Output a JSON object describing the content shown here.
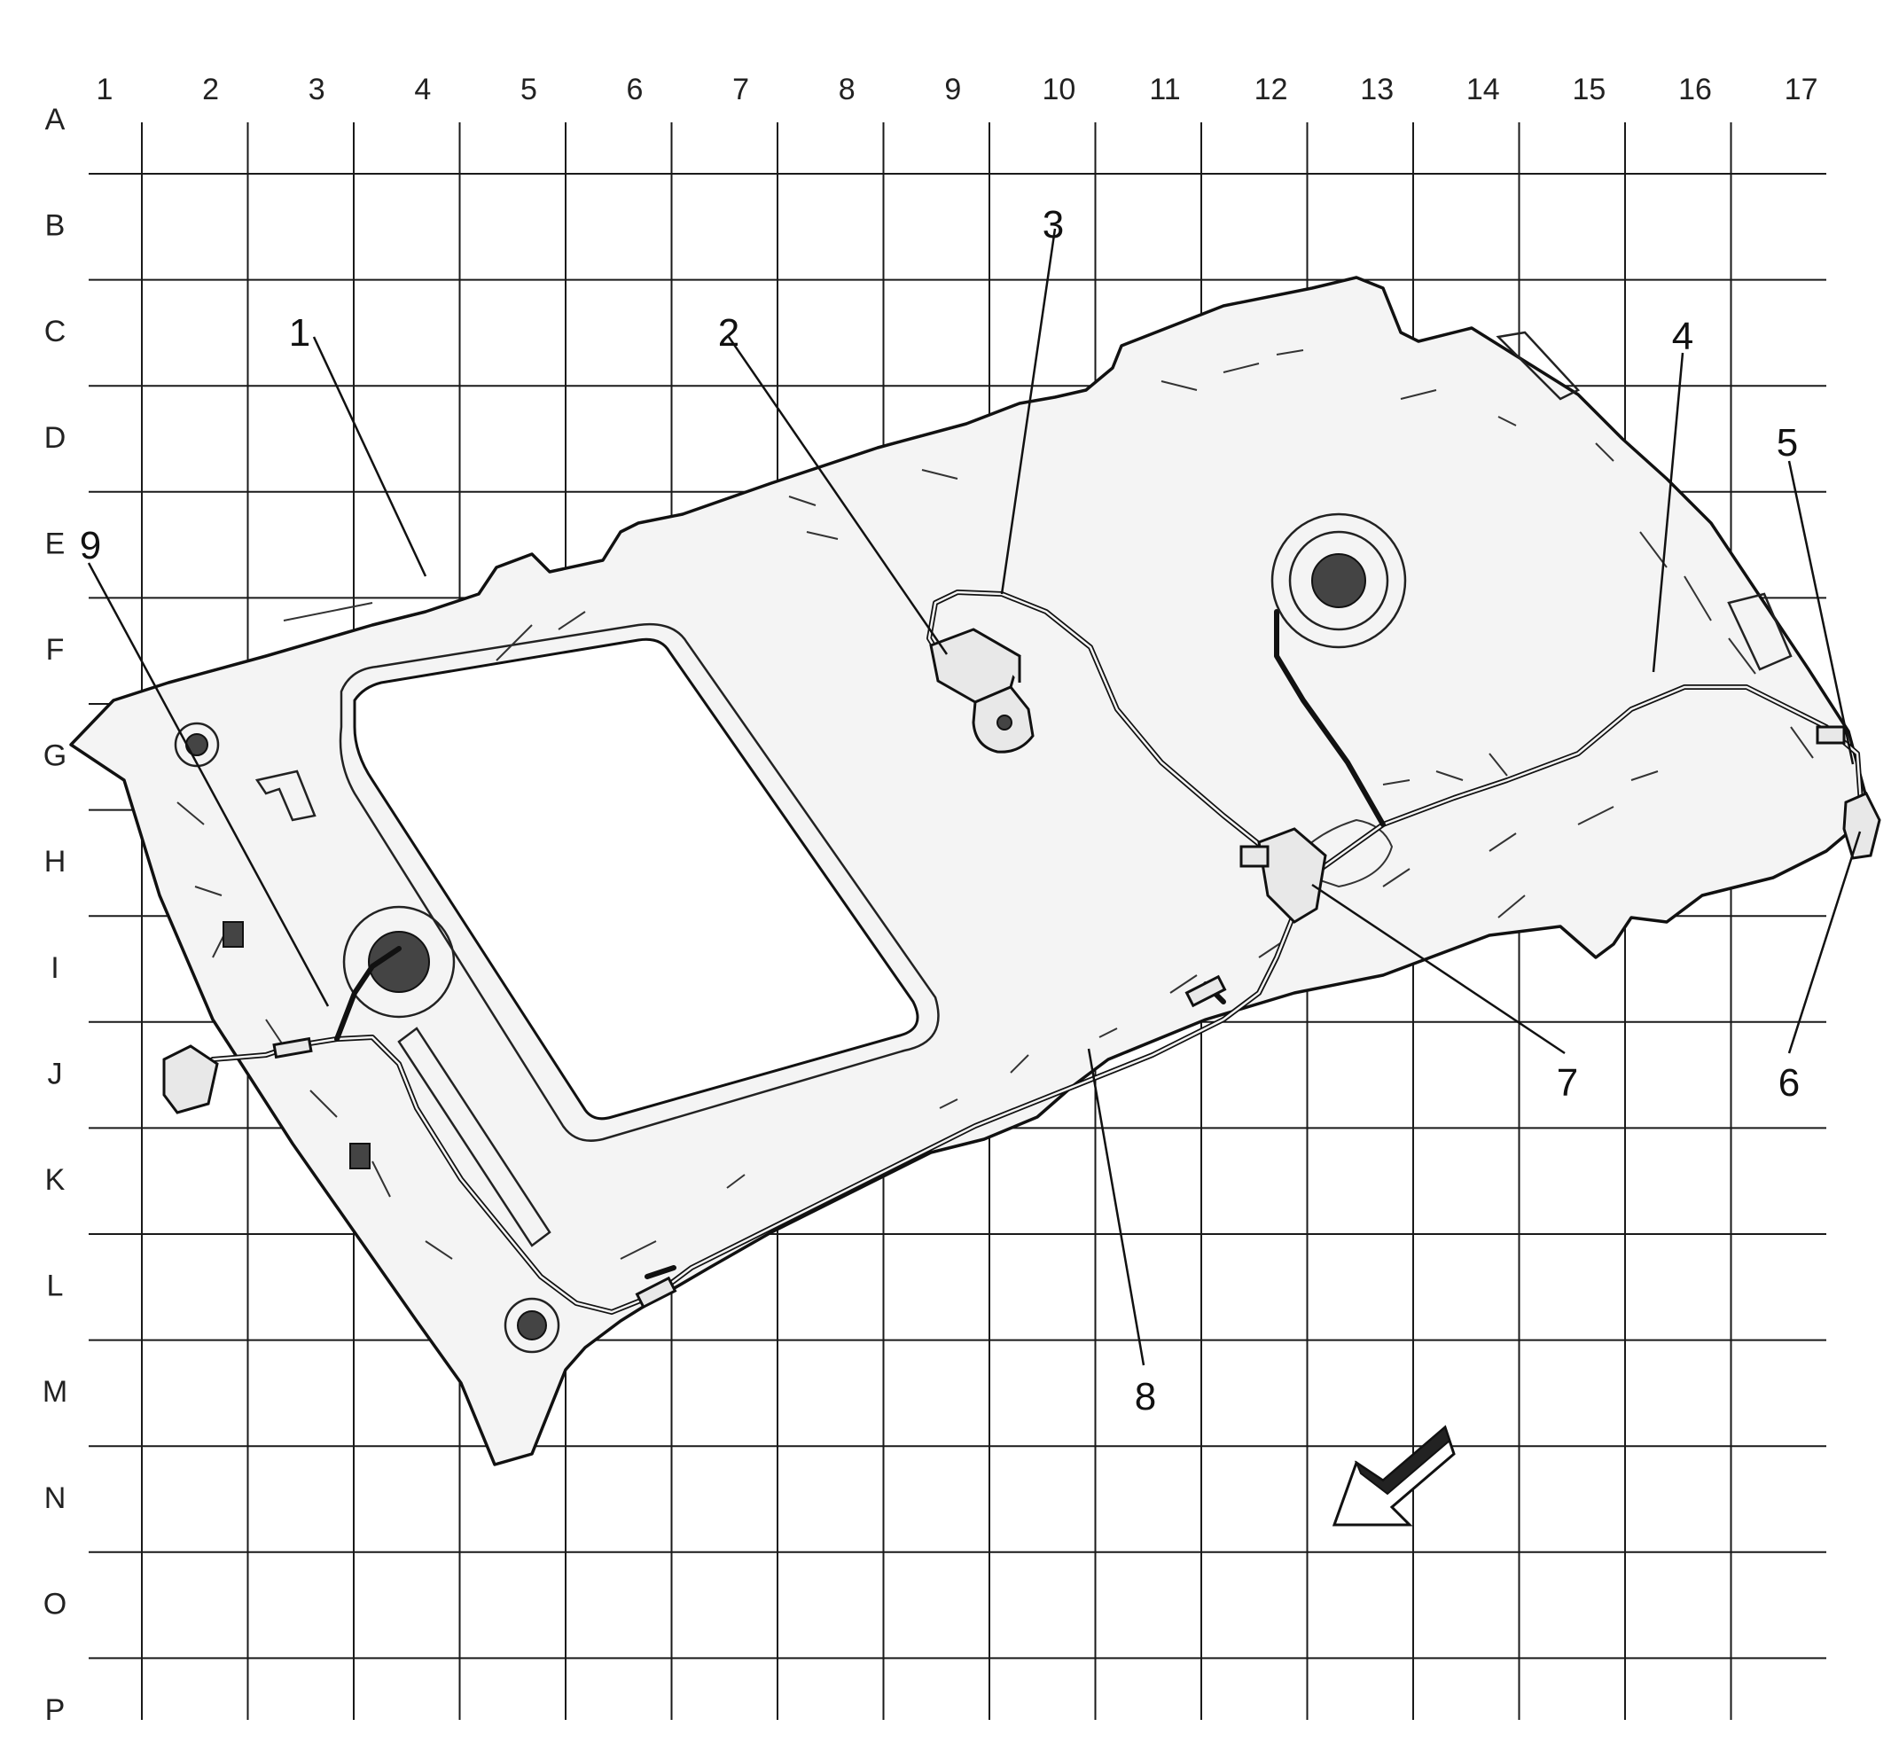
{
  "grid": {
    "columns": [
      "1",
      "2",
      "3",
      "4",
      "5",
      "6",
      "7",
      "8",
      "9",
      "10",
      "11",
      "12",
      "13",
      "14",
      "15",
      "16",
      "17"
    ],
    "rows": [
      "A",
      "B",
      "C",
      "D",
      "E",
      "F",
      "G",
      "H",
      "I",
      "J",
      "K",
      "L",
      "M",
      "N",
      "O",
      "P"
    ]
  },
  "callouts": [
    {
      "id": "1",
      "label": "1"
    },
    {
      "id": "2",
      "label": "2"
    },
    {
      "id": "3",
      "label": "3"
    },
    {
      "id": "4",
      "label": "4"
    },
    {
      "id": "5",
      "label": "5"
    },
    {
      "id": "6",
      "label": "6"
    },
    {
      "id": "7",
      "label": "7"
    },
    {
      "id": "8",
      "label": "8"
    },
    {
      "id": "9",
      "label": "9"
    }
  ]
}
